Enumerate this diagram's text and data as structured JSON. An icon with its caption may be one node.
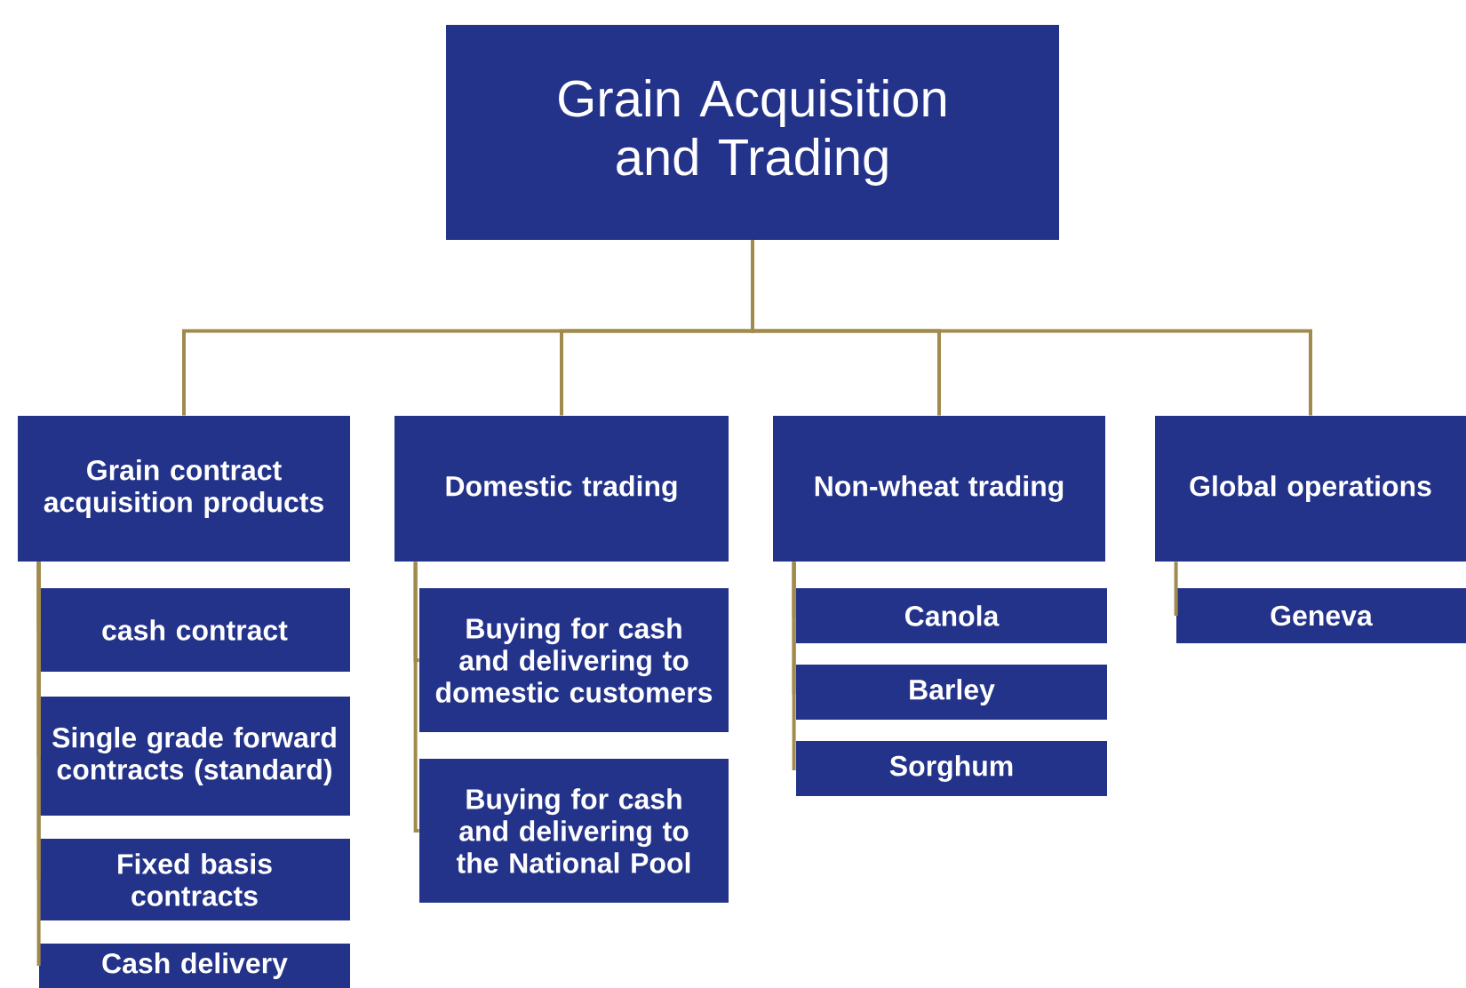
{
  "diagram": {
    "nodes": [
      {
        "text": [
          "Grain Acquisition and Trading"
        ]
      },
      {
        "text": [
          "Grain contract acquisition products"
        ]
      },
      {
        "text": [
          "cash contract"
        ]
      },
      {
        "text": [
          "Single grade forward contracts (standard)"
        ]
      },
      {
        "text": [
          "Fixed basis contracts"
        ]
      },
      {
        "text": [
          "Cash delivery"
        ]
      },
      {
        "text": [
          "Domestic trading"
        ]
      },
      {
        "text": [
          "Buying for cash and delivering to domestic customers"
        ]
      },
      {
        "text": [
          "Buying for cash and delivering to the National Pool"
        ]
      },
      {
        "text": [
          "Non-wheat trading"
        ]
      },
      {
        "text": [
          "Canola"
        ]
      },
      {
        "text": [
          "Barley"
        ]
      },
      {
        "text": [
          "Sorghum"
        ]
      },
      {
        "text": [
          "Global operations"
        ]
      },
      {
        "text": [
          "Geneva"
        ]
      }
    ],
    "edges": [
      {
        "from": 0,
        "to": 1,
        "arrow": "none"
      },
      {
        "from": 0,
        "to": 6,
        "arrow": "none"
      },
      {
        "from": 0,
        "to": 9,
        "arrow": "none"
      },
      {
        "from": 0,
        "to": 13,
        "arrow": "none"
      },
      {
        "from": 1,
        "to": 2,
        "arrow": "none"
      },
      {
        "from": 1,
        "to": 3,
        "arrow": "none"
      },
      {
        "from": 1,
        "to": 4,
        "arrow": "none"
      },
      {
        "from": 1,
        "to": 5,
        "arrow": "none"
      },
      {
        "from": 6,
        "to": 7,
        "arrow": "none"
      },
      {
        "from": 6,
        "to": 8,
        "arrow": "none"
      },
      {
        "from": 9,
        "to": 10,
        "arrow": "none"
      },
      {
        "from": 9,
        "to": 11,
        "arrow": "none"
      },
      {
        "from": 9,
        "to": 12,
        "arrow": "none"
      },
      {
        "from": 13,
        "to": 14,
        "arrow": "none"
      }
    ]
  }
}
